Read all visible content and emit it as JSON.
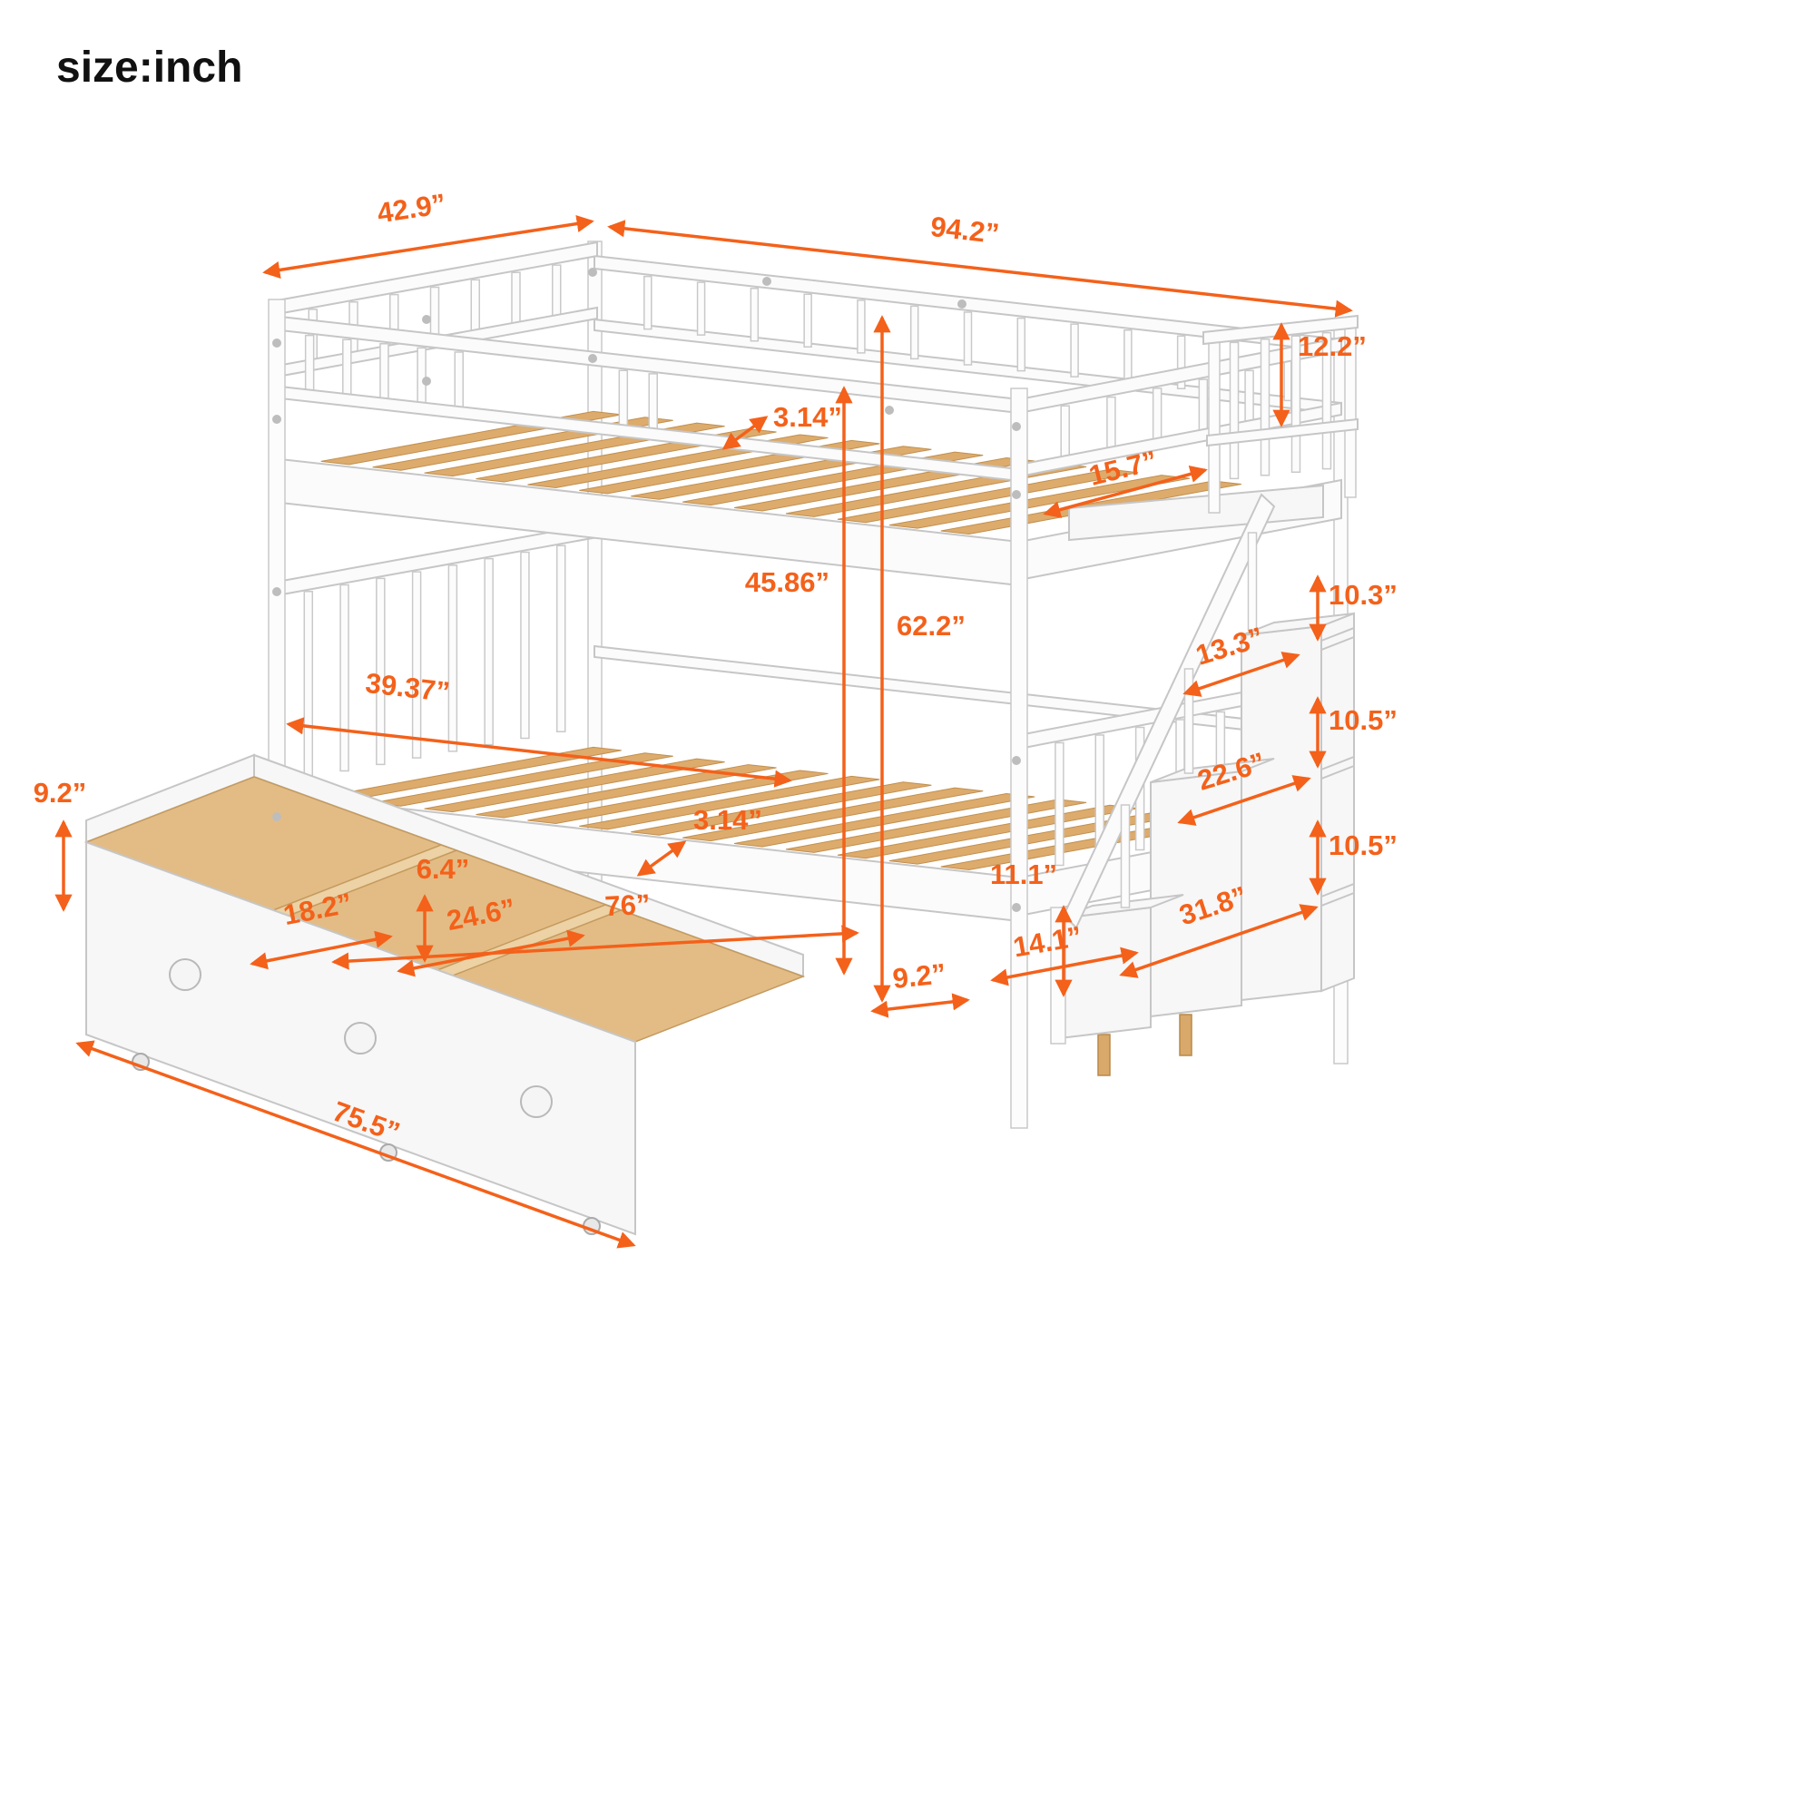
{
  "title": {
    "unit_label": "size:inch"
  },
  "colors": {
    "dimension_accent": "#F4611A",
    "wood": "#DDAB6C",
    "frame": "#FCFCFC"
  },
  "dimensions": {
    "top_depth": "42.9”",
    "top_length": "94.2”",
    "rail_height": "12.2”",
    "upper_slat_gap": "3.14”",
    "foot_inner_width": "15.7”",
    "upper_clearance": "45.86”",
    "total_height": "62.2”",
    "lower_inner_width": "39.37”",
    "lower_slat_gap": "3.14”",
    "bed_length": "76”",
    "drawer_height": "9.2”",
    "drawer_depth_inner": "6.4”",
    "drawer_section_1": "18.2”",
    "drawer_section_2": "24.6”",
    "drawer_length": "75.5”",
    "stair_tread": "9.2”",
    "step_height": "11.1”",
    "step_depth": "14.1”",
    "shelf_depth_bottom": "31.8”",
    "shelf_depth_middle": "22.6”",
    "shelf_depth_top": "13.3”",
    "shelf_height_top": "10.3”",
    "shelf_height_middle": "10.5”",
    "shelf_height_bottom": "10.5”"
  }
}
